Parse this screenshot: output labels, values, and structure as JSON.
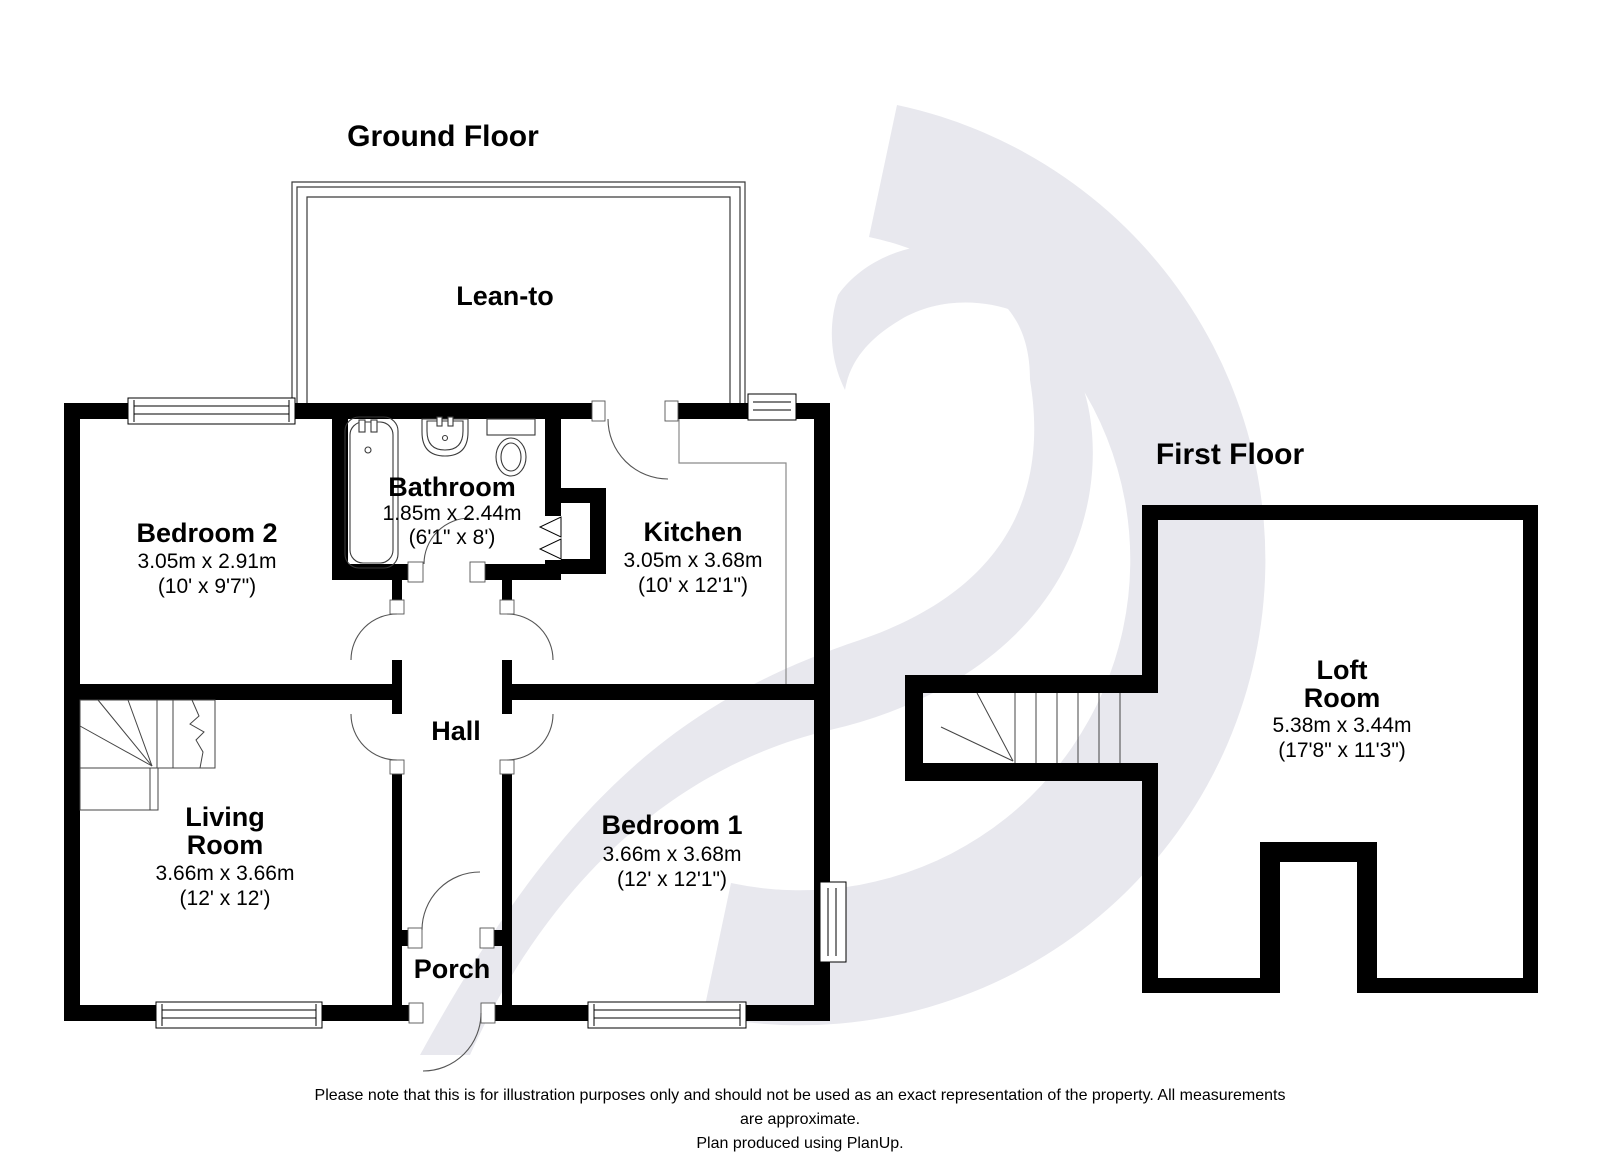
{
  "ground_floor": {
    "title": "Ground Floor",
    "lean_to": {
      "name": "Lean-to"
    },
    "bedroom2": {
      "name": "Bedroom 2",
      "metric": "3.05m x 2.91m",
      "imperial": "(10' x 9'7\")"
    },
    "bathroom": {
      "name": "Bathroom",
      "metric": "1.85m x 2.44m",
      "imperial": "(6'1\" x 8')"
    },
    "kitchen": {
      "name": "Kitchen",
      "metric": "3.05m x 3.68m",
      "imperial": "(10' x 12'1\")"
    },
    "hall": {
      "name": "Hall"
    },
    "living_room": {
      "name_line1": "Living",
      "name_line2": "Room",
      "metric": "3.66m x 3.66m",
      "imperial": "(12' x 12')"
    },
    "bedroom1": {
      "name": "Bedroom 1",
      "metric": "3.66m x 3.68m",
      "imperial": "(12' x 12'1\")"
    },
    "porch": {
      "name": "Porch"
    }
  },
  "first_floor": {
    "title": "First Floor",
    "loft_room": {
      "name_line1": "Loft",
      "name_line2": "Room",
      "metric": "5.38m x 3.44m",
      "imperial": "(17'8\" x 11'3\")"
    }
  },
  "disclaimer": {
    "line1": "Please note that this is for illustration purposes only and should not be used as an exact representation of the property. All measurements",
    "line2": "are approximate.",
    "line3": "Plan produced using PlanUp."
  },
  "colors": {
    "wall": "#000000",
    "watermark": "#e8e8ee",
    "thin_line": "#555555"
  }
}
